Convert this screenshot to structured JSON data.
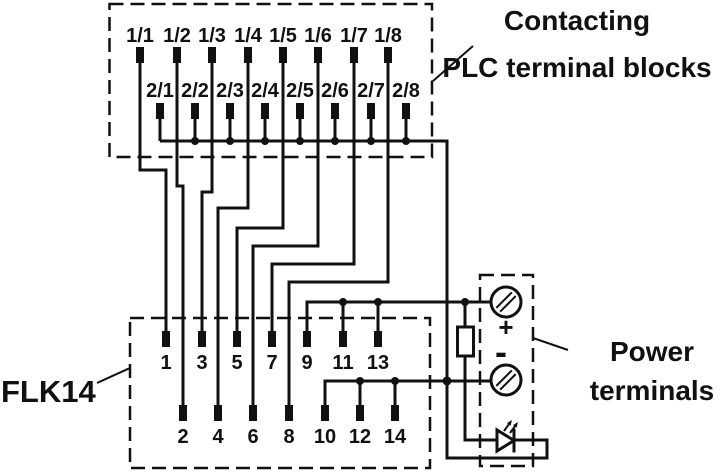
{
  "diagram": {
    "captions": {
      "plc": {
        "line1": "Contacting",
        "line2": "PLC terminal blocks"
      },
      "connector": "FLK14",
      "power": {
        "line1": "Power",
        "line2": "terminals"
      }
    },
    "plc_block": {
      "row1": [
        "1/1",
        "1/2",
        "1/3",
        "1/4",
        "1/5",
        "1/6",
        "1/7",
        "1/8"
      ],
      "row2": [
        "2/1",
        "2/2",
        "2/3",
        "2/4",
        "2/5",
        "2/6",
        "2/7",
        "2/8"
      ]
    },
    "flk14": {
      "top_row": [
        "1",
        "3",
        "5",
        "7",
        "9",
        "11",
        "13"
      ],
      "bottom_row": [
        "2",
        "4",
        "6",
        "8",
        "10",
        "12",
        "14"
      ]
    },
    "power_terminals": {
      "plus": "+",
      "minus": "-"
    },
    "wiring": {
      "signal_paths": [
        {
          "from": "1/1",
          "to": "1"
        },
        {
          "from": "1/2",
          "to": "2"
        },
        {
          "from": "1/3",
          "to": "3"
        },
        {
          "from": "1/4",
          "to": "4"
        },
        {
          "from": "1/5",
          "to": "5"
        },
        {
          "from": "1/6",
          "to": "6"
        },
        {
          "from": "1/7",
          "to": "7"
        },
        {
          "from": "1/8",
          "to": "8"
        }
      ],
      "plus_rail": {
        "flk_pins": [
          "9",
          "11",
          "13"
        ],
        "terminal": "+"
      },
      "minus_rail": {
        "flk_pins": [
          "10",
          "12",
          "14"
        ],
        "plc_common_bus": [
          "2/1",
          "2/2",
          "2/3",
          "2/4",
          "2/5",
          "2/6",
          "2/7",
          "2/8"
        ],
        "terminal": "-"
      },
      "indicator_circuit": [
        "resistor",
        "LED"
      ]
    }
  },
  "colors": {
    "line": "#111111",
    "background": "#ffffff"
  }
}
